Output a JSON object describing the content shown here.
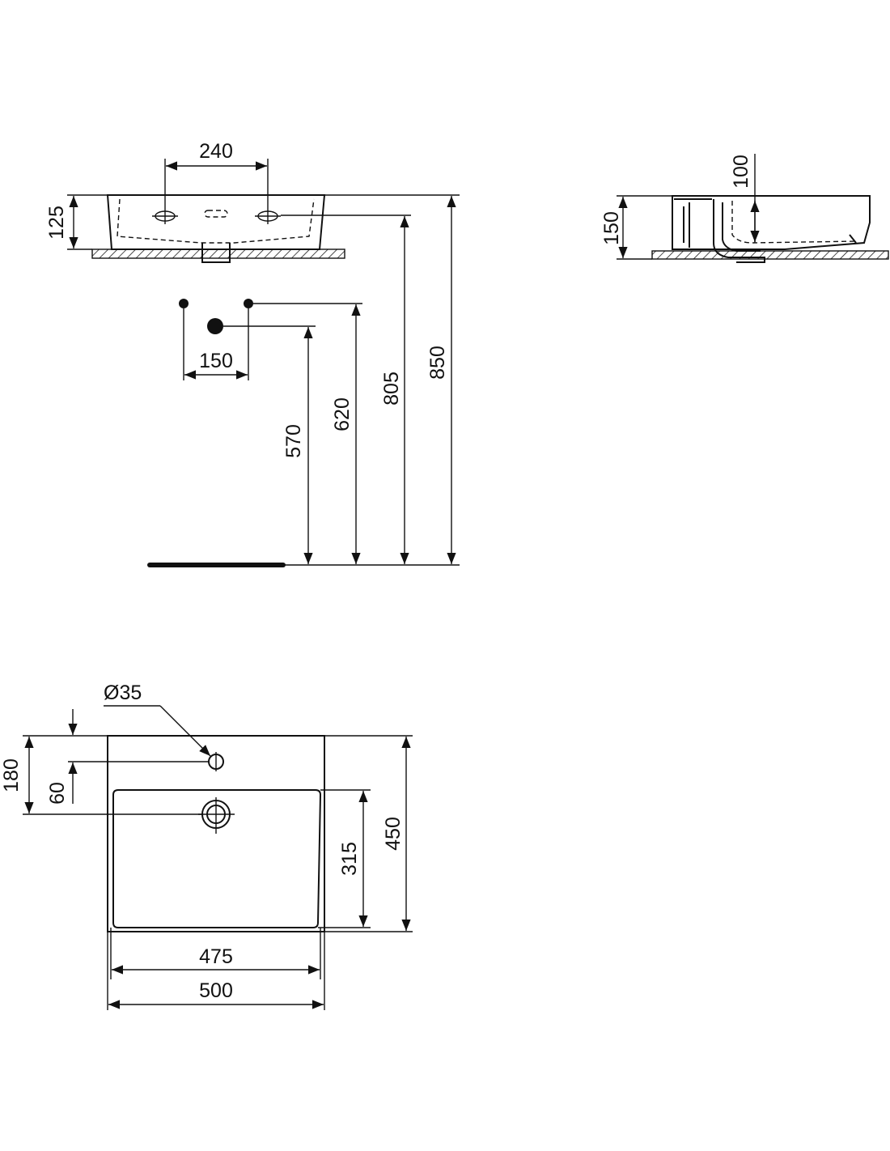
{
  "front_view": {
    "dims": {
      "tap_hole_spacing": "240",
      "basin_height": "125",
      "wall_hole_spacing": "150",
      "waste_height": "570",
      "supply_height": "620",
      "top_of_basin": "805",
      "overall_height": "850"
    }
  },
  "side_view": {
    "dims": {
      "depth_inner": "100",
      "height": "150"
    }
  },
  "plan_view": {
    "dims": {
      "tap_hole_diameter": "Ø35",
      "tap_hole_to_back": "180",
      "tap_hole_offset": "60",
      "bowl_depth": "315",
      "overall_depth": "450",
      "bowl_width": "475",
      "overall_width": "500"
    }
  },
  "colors": {
    "line": "#111111",
    "background": "#ffffff"
  }
}
